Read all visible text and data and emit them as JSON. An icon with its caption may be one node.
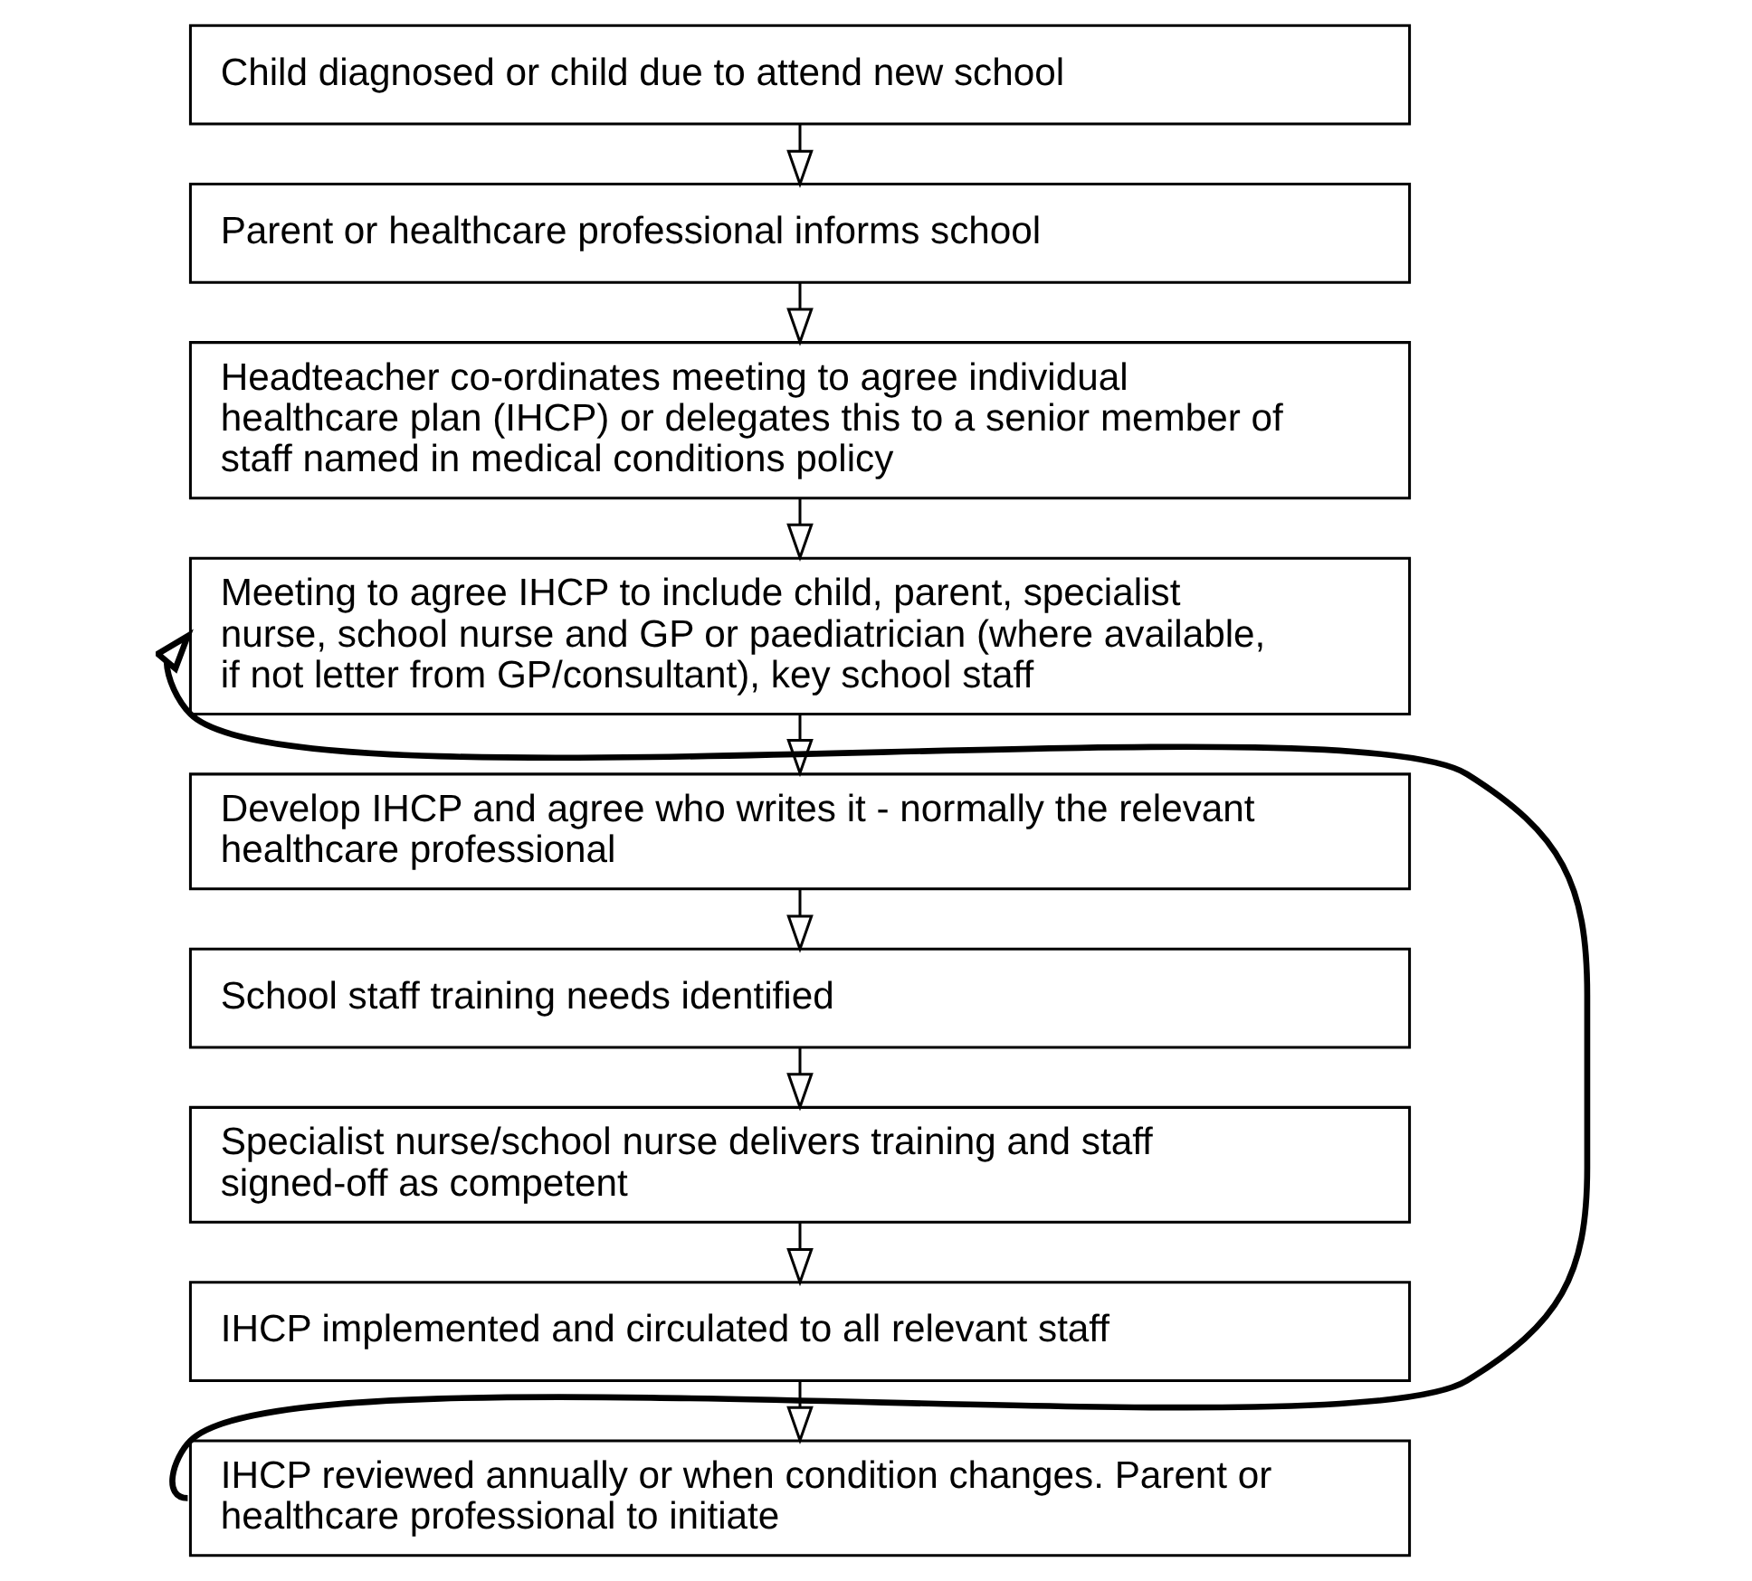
{
  "diagram": {
    "nodes": [
      {
        "text": [
          "Child diagnosed or child due to attend new school"
        ]
      },
      {
        "text": [
          "Parent or healthcare professional informs school"
        ]
      },
      {
        "text": [
          "Headteacher co-ordinates meeting to agree individual healthcare plan (IHCP) or delegates this to a senior member of staff named in medical conditions policy"
        ]
      },
      {
        "text": [
          "Meeting to agree IHCP to include child, parent, specialist nurse, school nurse and GP or paediatrician (where available, if not letter from GP/consultant), key school staff"
        ]
      },
      {
        "text": [
          "Develop IHCP and agree who writes it - normally the relevant healthcare professional"
        ]
      },
      {
        "text": [
          "School staff training needs identified"
        ]
      },
      {
        "text": [
          "Specialist nurse/school nurse delivers training and staff signed-off as competent"
        ]
      },
      {
        "text": [
          "IHCP implemented and circulated to all relevant staff"
        ]
      },
      {
        "text": [
          "IHCP reviewed annually or when condition changes. Parent or healthcare professional to initiate"
        ]
      }
    ],
    "edges": [
      {
        "from": 0,
        "to": 1,
        "arrow": "to"
      },
      {
        "from": 1,
        "to": 2,
        "arrow": "to"
      },
      {
        "from": 2,
        "to": 3,
        "arrow": "to"
      },
      {
        "from": 3,
        "to": 4,
        "arrow": "to"
      },
      {
        "from": 4,
        "to": 5,
        "arrow": "to"
      },
      {
        "from": 5,
        "to": 6,
        "arrow": "to"
      },
      {
        "from": 6,
        "to": 7,
        "arrow": "to"
      },
      {
        "from": 7,
        "to": 8,
        "arrow": "to"
      },
      {
        "from": 8,
        "to": 3,
        "arrow": "to",
        "style": "thick"
      }
    ]
  }
}
